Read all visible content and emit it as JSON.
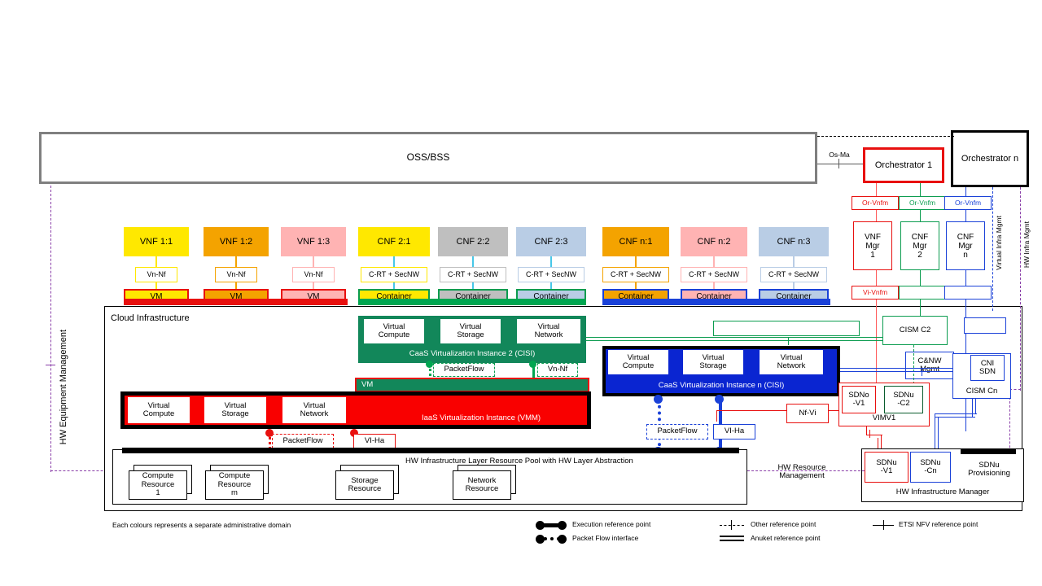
{
  "top": {
    "ossbss": "OSS/BSS",
    "os_ma": "Os-Ma",
    "orchestrator1": "Orchestrator 1",
    "orchestrator_n": "Orchestrator n"
  },
  "functions": [
    {
      "name": "VNF 1:1",
      "fill": "#ffe800",
      "iface": "Vn-Nf",
      "exec": "VM",
      "exec_fill": "#ffe800",
      "exec_border": "#e8100f"
    },
    {
      "name": "VNF 1:2",
      "fill": "#f4a300",
      "iface": "Vn-Nf",
      "exec": "VM",
      "exec_fill": "#f4a300",
      "exec_border": "#e8100f"
    },
    {
      "name": "VNF 1:3",
      "fill": "#ffb3b3",
      "iface": "Vn-Nf",
      "exec": "VM",
      "exec_fill": "#ffb3b3",
      "exec_border": "#e8100f"
    },
    {
      "name": "CNF 2:1",
      "fill": "#ffe800",
      "iface": "C-RT + SecNW",
      "exec": "Container",
      "exec_fill": "#ffe800",
      "exec_border": "#0b9c4f"
    },
    {
      "name": "CNF 2:2",
      "fill": "#bfbfbf",
      "iface": "C-RT + SecNW",
      "exec": "Container",
      "exec_fill": "#bfbfbf",
      "exec_border": "#0b9c4f"
    },
    {
      "name": "CNF 2:3",
      "fill": "#b9cde5",
      "iface": "C-RT + SecNW",
      "exec": "Container",
      "exec_fill": "#b9cde5",
      "exec_border": "#0b9c4f"
    },
    {
      "name": "CNF n:1",
      "fill": "#f4a300",
      "iface": "C-RT + SecNW",
      "exec": "Container",
      "exec_fill": "#f4a300",
      "exec_border": "#1a41d8"
    },
    {
      "name": "CNF n:2",
      "fill": "#ffb3b3",
      "iface": "C-RT + SecNW",
      "exec": "Container",
      "exec_fill": "#ffb3b3",
      "exec_border": "#1a41d8"
    },
    {
      "name": "CNF n:3",
      "fill": "#b9cde5",
      "iface": "C-RT + SecNW",
      "exec": "Container",
      "exec_fill": "#b9cde5",
      "exec_border": "#1a41d8"
    }
  ],
  "cloud": {
    "title": "Cloud Infrastructure",
    "caas2": {
      "title": "CaaS Virtualization Instance 2 (CISI)",
      "resources": [
        "Virtual Compute",
        "Virtual Storage",
        "Virtual Network"
      ],
      "iface_packetflow": "PacketFlow",
      "iface_vnnf": "Vn-Nf",
      "vm_bar": "VM"
    },
    "caasn": {
      "title": "CaaS Virtualization Instance n (CISI)",
      "resources": [
        "Virtual Compute",
        "Virtual Storage",
        "Virtual Network"
      ],
      "iface_packetflow": "PacketFlow",
      "iface_viha": "VI-Ha"
    },
    "iaas": {
      "title": "IaaS Virtualization Instance (VMM)",
      "resources": [
        "Virtual Compute",
        "Virtual Storage",
        "Virtual Network"
      ],
      "iface_packetflow": "PacketFlow",
      "iface_viha": "VI-Ha"
    },
    "hwpool": {
      "title": "HW Infrastructure Layer Resource Pool with HW Layer Abstraction",
      "resources": [
        "Compute Resource 1",
        "Compute Resource m",
        "Storage Resource",
        "Network Resource"
      ]
    }
  },
  "managers": {
    "or_vnfm": [
      "Or-Vnfm",
      "Or-Vnfm",
      "Or-Vnfm"
    ],
    "mgrs": [
      "VNF Mgr 1",
      "CNF Mgr 2",
      "CNF Mgr n"
    ],
    "vi_vnfm": "Vi-Vnfm",
    "vertical_labels": [
      "Virtual Infra Mgmt",
      "HW Infra Mgmt"
    ],
    "left_vertical": "HW Equipment Management",
    "container_nw_management": "Container & NW Management",
    "cism_c2": "CISM C2",
    "cnw_mgmt": "C&NW Mgmt",
    "cni_sdn": "CNI SDN",
    "cism_cn": "CISM Cn",
    "nf_vi": "Nf-Vi",
    "sdno_v1": "SDNo -V1",
    "sdnu_c2": "SDNu -C2",
    "vimv1": "VIMV1",
    "hw_resource_management": "HW Resource Management",
    "hw_infra_manager": "HW Infrastructure Manager",
    "sdnu_v1": "SDNu -V1",
    "sdnu_cn": "SDNu -Cn",
    "sdnu_provisioning": "SDNu Provisioning"
  },
  "legend": {
    "note": "Each colours represents a separate administrative domain",
    "items": [
      {
        "label": "Execution reference point",
        "symbol": "exec"
      },
      {
        "label": "Packet Flow interface",
        "symbol": "packet"
      },
      {
        "label": "Other reference point",
        "symbol": "other"
      },
      {
        "label": "Anuket reference point",
        "symbol": "anuket"
      },
      {
        "label": "ETSI NFV reference point",
        "symbol": "etsi"
      }
    ]
  },
  "colors": {
    "red": "#e8100f",
    "green": "#0b9c4f",
    "blue": "#1a41d8",
    "purple": "#8a3fa8",
    "gray": "#7f7f7f",
    "black": "#000000"
  }
}
